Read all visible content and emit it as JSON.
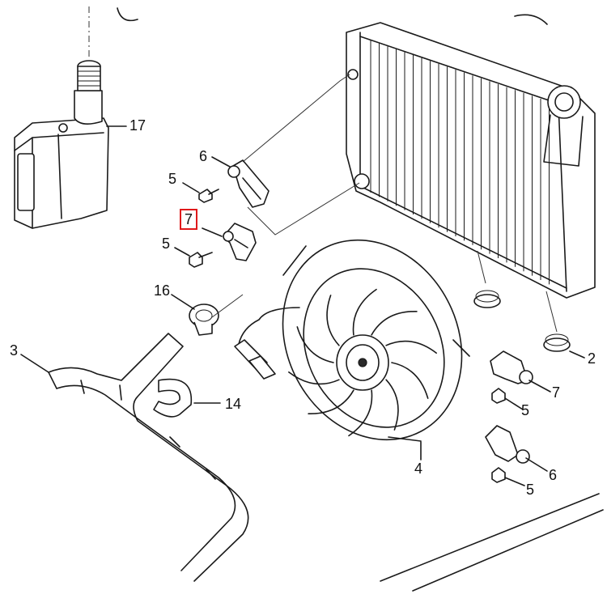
{
  "callouts": [
    {
      "id": "17",
      "text": "17"
    },
    {
      "id": "6a",
      "text": "6"
    },
    {
      "id": "5a",
      "text": "5"
    },
    {
      "id": "7a",
      "text": "7",
      "highlighted": true
    },
    {
      "id": "5b",
      "text": "5"
    },
    {
      "id": "16",
      "text": "16"
    },
    {
      "id": "3",
      "text": "3"
    },
    {
      "id": "14",
      "text": "14"
    },
    {
      "id": "2",
      "text": "2"
    },
    {
      "id": "7b",
      "text": "7"
    },
    {
      "id": "5c",
      "text": "5"
    },
    {
      "id": "4",
      "text": "4"
    },
    {
      "id": "6b",
      "text": "6"
    },
    {
      "id": "5d",
      "text": "5"
    }
  ],
  "highlight_color": "#e0191b"
}
